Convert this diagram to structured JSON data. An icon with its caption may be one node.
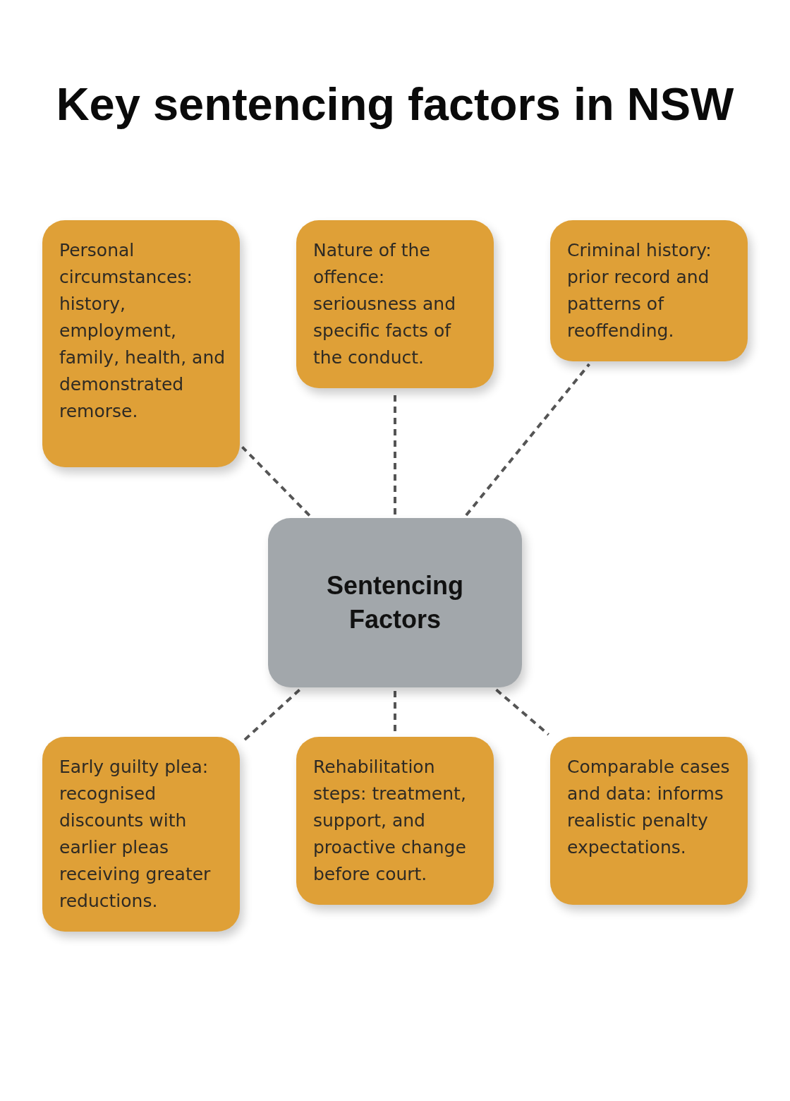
{
  "diagram": {
    "title": "Key sentencing factors in NSW",
    "nodes": [
      {
        "text": [
          "Personal circumstances: history, employment, family, health, and demonstrated remorse."
        ]
      },
      {
        "text": [
          "Nature of the offence: seriousness and specific facts of the conduct."
        ]
      },
      {
        "text": [
          "Criminal history: prior record and patterns of reoffending."
        ]
      },
      {
        "text": [
          "Sentencing Factors"
        ]
      },
      {
        "text": [
          "Early guilty plea: recognised discounts with earlier pleas receiving greater reductions."
        ]
      },
      {
        "text": [
          "Rehabilitation steps: treatment, support, and proactive change before court."
        ]
      },
      {
        "text": [
          "Comparable cases and data: informs realistic penalty expectations."
        ]
      }
    ],
    "edges": [
      {
        "from": 3,
        "to": 0,
        "arrow": "none",
        "style": "dashed"
      },
      {
        "from": 3,
        "to": 1,
        "arrow": "none",
        "style": "dashed"
      },
      {
        "from": 3,
        "to": 2,
        "arrow": "none",
        "style": "dashed"
      },
      {
        "from": 3,
        "to": 4,
        "arrow": "none",
        "style": "dashed"
      },
      {
        "from": 3,
        "to": 5,
        "arrow": "none",
        "style": "dashed"
      },
      {
        "from": 3,
        "to": 6,
        "arrow": "none",
        "style": "dashed"
      }
    ]
  }
}
